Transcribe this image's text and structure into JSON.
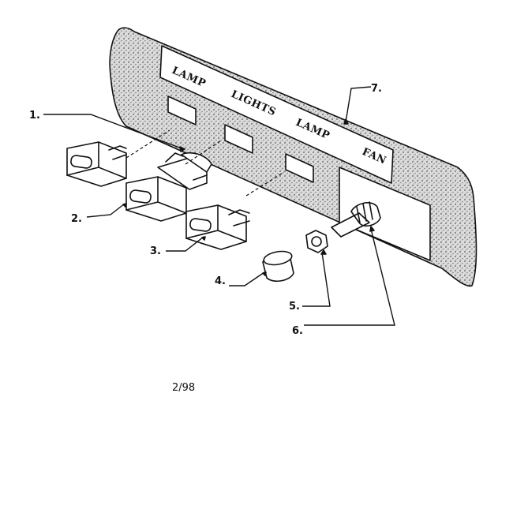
{
  "panel": {
    "labels": [
      "LAMP",
      "LIGHTS",
      "LAMP",
      "FAN"
    ]
  },
  "callouts": [
    "1.",
    "2.",
    "3.",
    "4.",
    "5.",
    "6.",
    "7."
  ],
  "revision": "2/98"
}
